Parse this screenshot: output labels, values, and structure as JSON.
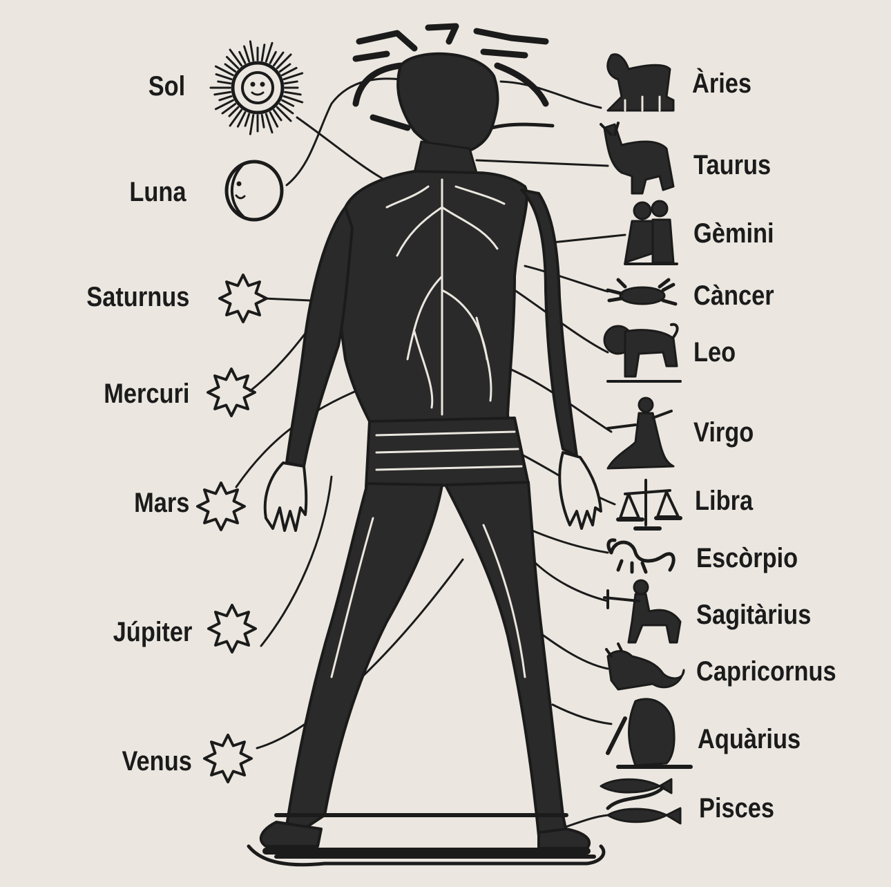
{
  "planets": [
    {
      "id": "sol",
      "label": "Sol",
      "symbol": "sun-face"
    },
    {
      "id": "luna",
      "label": "Luna",
      "symbol": "moon-face"
    },
    {
      "id": "saturnus",
      "label": "Saturnus",
      "symbol": "star"
    },
    {
      "id": "mercuri",
      "label": "Mercuri",
      "symbol": "star"
    },
    {
      "id": "mars",
      "label": "Mars",
      "symbol": "star"
    },
    {
      "id": "jupiter",
      "label": "Júpiter",
      "symbol": "star"
    },
    {
      "id": "venus",
      "label": "Venus",
      "symbol": "star"
    }
  ],
  "zodiac": [
    {
      "id": "aries",
      "label": "Àries",
      "symbol": "ram-icon"
    },
    {
      "id": "taurus",
      "label": "Taurus",
      "symbol": "bull-icon"
    },
    {
      "id": "gemini",
      "label": "Gèmini",
      "symbol": "twins-icon"
    },
    {
      "id": "cancer",
      "label": "Càncer",
      "symbol": "crab-icon"
    },
    {
      "id": "leo",
      "label": "Leo",
      "symbol": "lion-icon"
    },
    {
      "id": "virgo",
      "label": "Virgo",
      "symbol": "maiden-icon"
    },
    {
      "id": "libra",
      "label": "Libra",
      "symbol": "scales-icon"
    },
    {
      "id": "escorpio",
      "label": "Escòrpio",
      "symbol": "scorpion-icon"
    },
    {
      "id": "sagitarius",
      "label": "Sagitàrius",
      "symbol": "archer-icon"
    },
    {
      "id": "capricornus",
      "label": "Capricornus",
      "symbol": "goat-icon"
    },
    {
      "id": "aquarius",
      "label": "Aquàrius",
      "symbol": "water-bearer-icon"
    },
    {
      "id": "pisces",
      "label": "Pisces",
      "symbol": "fish-icon"
    }
  ],
  "colors": {
    "paper": "#ebe7e0",
    "ink": "#1b1b1b"
  }
}
